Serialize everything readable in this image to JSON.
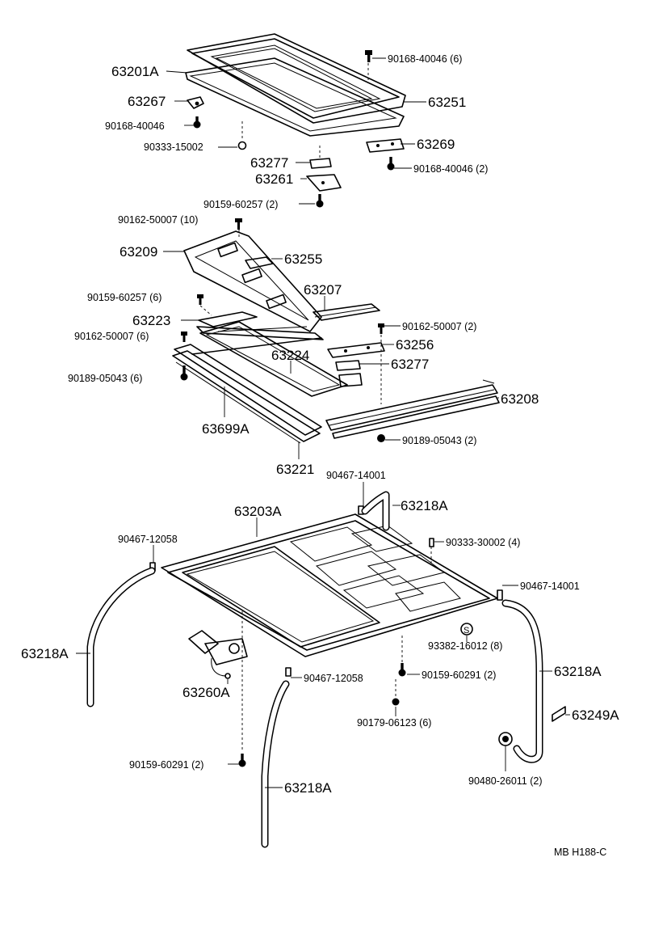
{
  "parts": {
    "p63201A": "63201A",
    "p90168_40046_6": "90168-40046 (6)",
    "p63251": "63251",
    "p63267": "63267",
    "p90168_40046": "90168-40046",
    "p90333_15002": "90333-15002",
    "p63269": "63269",
    "p63277_top": "63277",
    "p90168_40046_2": "90168-40046 (2)",
    "p63261": "63261",
    "p90159_60257_2": "90159-60257 (2)",
    "p90162_50007_10": "90162-50007 (10)",
    "p63209": "63209",
    "p63255": "63255",
    "p63207": "63207",
    "p90159_60257_6": "90159-60257 (6)",
    "p63223": "63223",
    "p90162_50007_2": "90162-50007 (2)",
    "p90162_50007_6": "90162-50007 (6)",
    "p63256": "63256",
    "p63224": "63224",
    "p63277_mid": "63277",
    "p90189_05043_6": "90189-05043 (6)",
    "p63208": "63208",
    "p63699A": "63699A",
    "p90189_05043_2": "90189-05043 (2)",
    "p63221": "63221",
    "p90467_14001_top": "90467-14001",
    "p63218A_top": "63218A",
    "p63203A": "63203A",
    "p90467_12058_left": "90467-12058",
    "p90333_30002_4": "90333-30002 (4)",
    "p90467_14001_right": "90467-14001",
    "p93382_16012_8": "93382-16012 (8)",
    "p63218A_left": "63218A",
    "p90467_12058_mid": "90467-12058",
    "p90159_60291_2_mid": "90159-60291 (2)",
    "p63218A_right": "63218A",
    "p63260A": "63260A",
    "p90179_06123_6": "90179-06123 (6)",
    "p63249A": "63249A",
    "p90159_60291_2_low": "90159-60291 (2)",
    "p90480_26011_2": "90480-26011 (2)",
    "p63218A_bottom": "63218A",
    "s_marker": "S"
  },
  "footer": {
    "code": "MB  H188-C"
  }
}
